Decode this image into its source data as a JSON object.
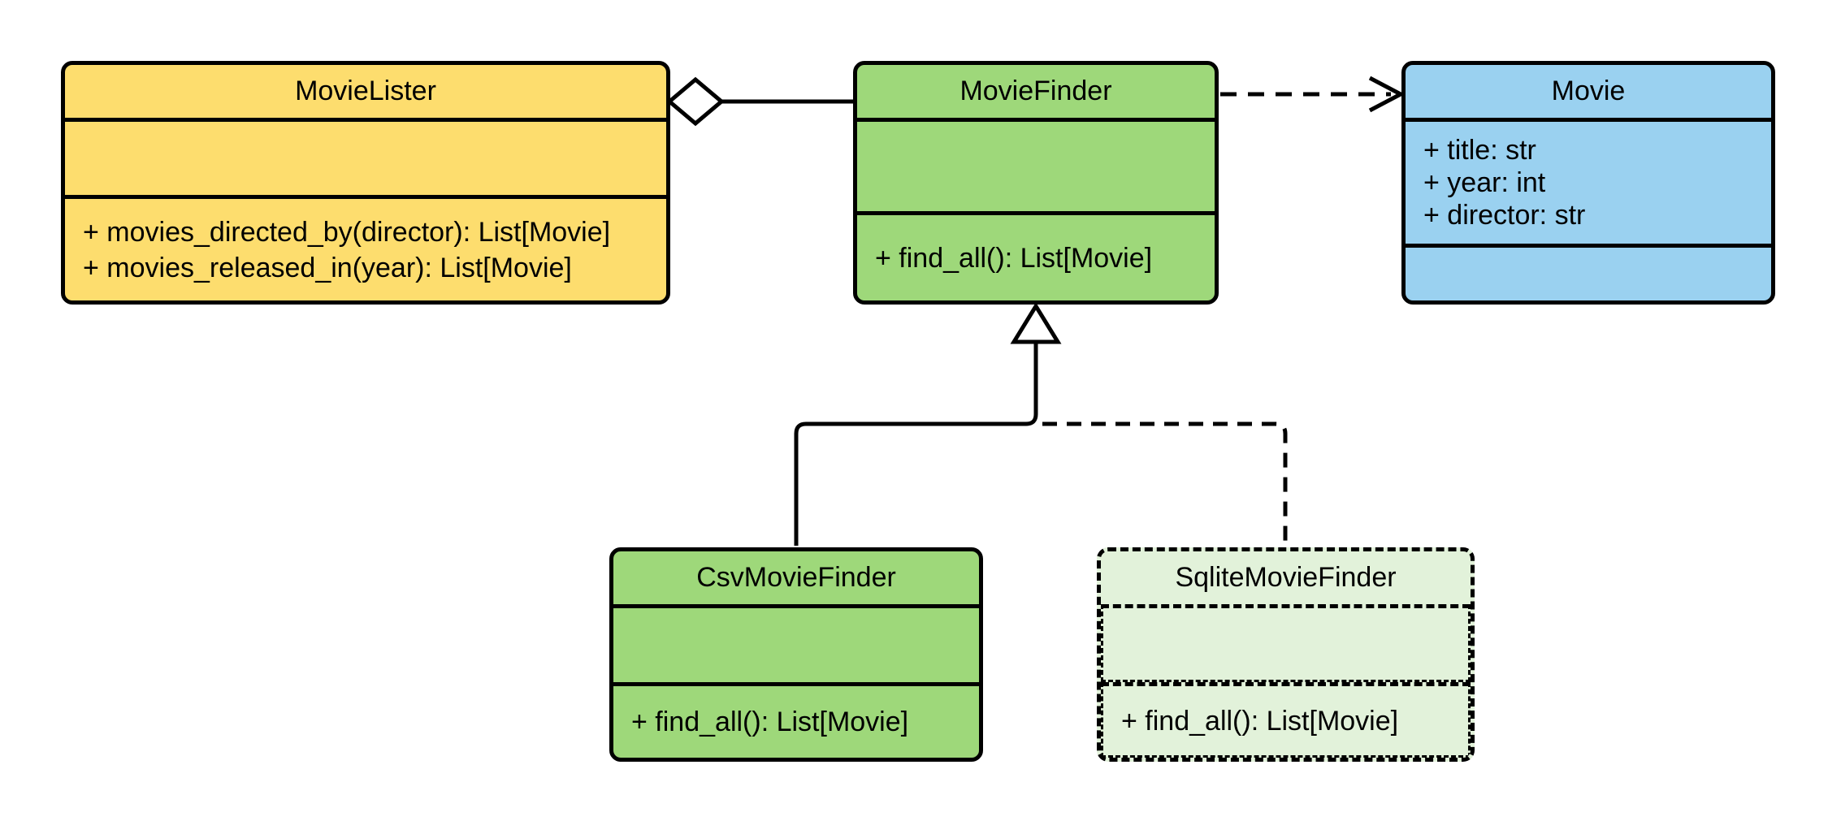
{
  "classes": {
    "movie_lister": {
      "name": "MovieLister",
      "attributes": [],
      "methods": [
        "+ movies_directed_by(director): List[Movie]",
        "+ movies_released_in(year): List[Movie]"
      ]
    },
    "movie_finder": {
      "name": "MovieFinder",
      "attributes": [],
      "methods": [
        "+ find_all(): List[Movie]"
      ]
    },
    "movie": {
      "name": "Movie",
      "attributes": [
        "+ title: str",
        "+ year: int",
        "+ director: str"
      ],
      "methods": []
    },
    "csv_movie_finder": {
      "name": "CsvMovieFinder",
      "attributes": [],
      "methods": [
        "+ find_all(): List[Movie]"
      ]
    },
    "sqlite_movie_finder": {
      "name": "SqliteMovieFinder",
      "attributes": [],
      "methods": [
        "+ find_all(): List[Movie]"
      ]
    }
  },
  "relationships": [
    {
      "type": "aggregation",
      "from": "MovieLister",
      "to": "MovieFinder",
      "line": "solid",
      "marker": "hollow-diamond",
      "marker_at": "MovieLister"
    },
    {
      "type": "dependency",
      "from": "MovieFinder",
      "to": "Movie",
      "line": "dashed",
      "marker": "open-arrow",
      "marker_at": "Movie"
    },
    {
      "type": "generalization",
      "from": "CsvMovieFinder",
      "to": "MovieFinder",
      "line": "solid",
      "marker": "hollow-triangle",
      "marker_at": "MovieFinder"
    },
    {
      "type": "generalization",
      "from": "SqliteMovieFinder",
      "to": "MovieFinder",
      "line": "dashed",
      "marker": "hollow-triangle",
      "marker_at": "MovieFinder"
    }
  ],
  "colors": {
    "movie_lister_fill": "#FDDD6E",
    "movie_finder_fill": "#9ED87A",
    "csv_movie_finder_fill": "#9ED87A",
    "movie_fill": "#9AD1F0",
    "sqlite_movie_finder_fill": "#E2F2DA",
    "line": "#000000",
    "background": "#FFFFFF"
  }
}
